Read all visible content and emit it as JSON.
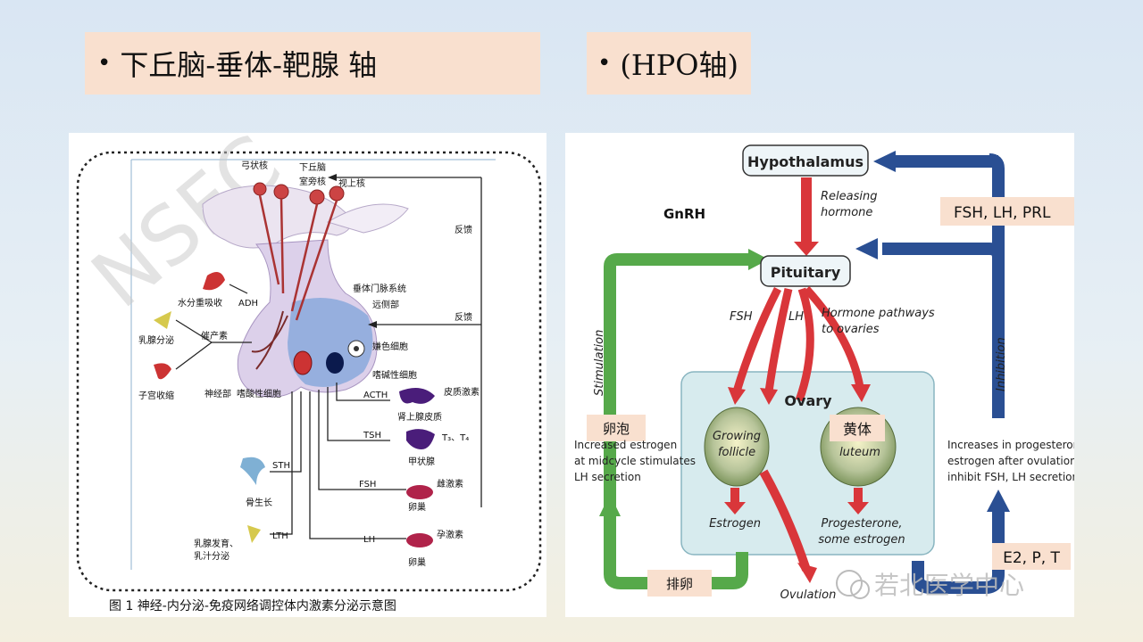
{
  "header": {
    "left_title": "下丘脑-垂体-靶腺 轴",
    "right_title": "(HPO轴)"
  },
  "left_diagram": {
    "watermark": "NSFC",
    "caption": "图 1 神经-内分泌-免疫网络调控体内激素分泌示意图",
    "labels": {
      "arcuate": "弓状核",
      "hypothalamus": "下丘脑",
      "paraventricular": "室旁核",
      "supraoptic": "视上核",
      "feedback1": "反馈",
      "portal": "垂体门脉系统",
      "distal": "远侧部",
      "feedback2": "反馈",
      "water": "水分重吸收",
      "adh": "ADH",
      "lactation": "乳腺分泌",
      "oxytocin": "催产素",
      "uterus": "子宫收缩",
      "neural": "神经部",
      "acidophil": "嗜酸性细胞",
      "chromophobe": "嫌色细胞",
      "basophil": "嗜碱性细胞",
      "acth": "ACTH",
      "cortisol": "皮质激素",
      "adrenal": "肾上腺皮质",
      "tsh": "TSH",
      "t3t4": "T₃、T₄",
      "thyroid": "甲状腺",
      "sth": "STH",
      "bone": "骨生长",
      "fsh": "FSH",
      "estrogen": "雌激素",
      "ovary1": "卵巢",
      "lth": "LTH",
      "breast_dev1": "乳腺发育、",
      "breast_dev2": "乳汁分泌",
      "lh": "LH",
      "progesterone": "孕激素",
      "ovary2": "卵巢"
    }
  },
  "right_diagram": {
    "hypothalamus": "Hypothalamus",
    "releasing1": "Releasing",
    "releasing2": "hormone",
    "gnrh": "GnRH",
    "fsh_lh_prl": "FSH, LH, PRL",
    "pituitary": "Pituitary",
    "fsh": "FSH",
    "lh": "LH",
    "pathways1": "Hormone pathways",
    "pathways2": "to ovaries",
    "stimulation": "Stimulation",
    "inhibition": "Inhibition",
    "ovary": "Ovary",
    "growing1": "Growing",
    "growing2": "follicle",
    "luteum": "luteum",
    "huangti": "黄体",
    "luanpao": "卵泡",
    "stim_text1": "Increased estrogen",
    "stim_text2": "at midcycle stimulates",
    "stim_text3": "LH secretion",
    "inhib_text1": "Increases in progesterone,",
    "inhib_text2": "estrogen after ovulation",
    "inhib_text3": "inhibit FSH, LH secretion",
    "estrogen": "Estrogen",
    "progesterone1": "Progesterone,",
    "progesterone2": "some estrogen",
    "ovulation": "Ovulation",
    "pailuan": "排卵",
    "e2pt": "E2, P, T",
    "watermark": "若北医学中心"
  }
}
